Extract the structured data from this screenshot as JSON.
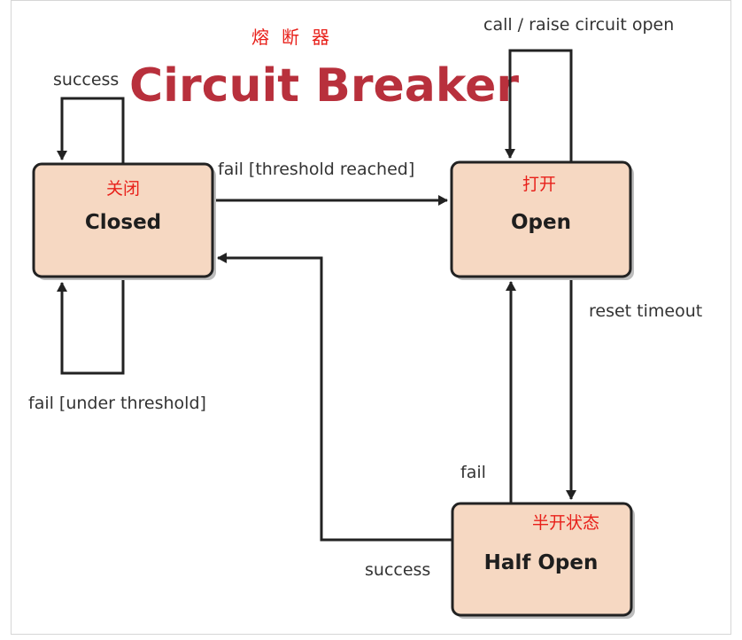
{
  "title": {
    "chinese": "熔断器",
    "english": "Circuit Breaker"
  },
  "states": {
    "closed": {
      "label": "Closed",
      "chinese": "关闭"
    },
    "open": {
      "label": "Open",
      "chinese": "打开"
    },
    "half_open": {
      "label": "Half Open",
      "chinese": "半开状态"
    }
  },
  "transitions": {
    "closed_success": "success",
    "closed_to_open": "fail [threshold reached]",
    "closed_fail_under": "fail [under threshold]",
    "open_self": "call / raise circuit open",
    "open_to_half": "reset timeout",
    "half_to_open": "fail",
    "half_to_closed": "success"
  }
}
